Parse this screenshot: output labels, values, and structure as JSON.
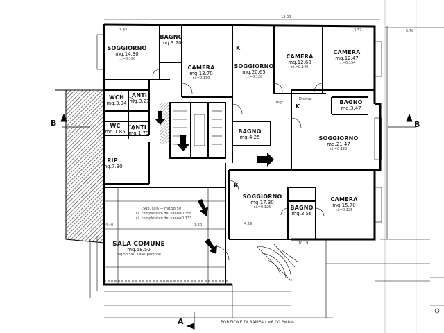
{
  "rooms": [
    {
      "id": "soggiorno-1",
      "name": "SOGGIORNO",
      "area": "mq.14.30",
      "detail": "r.i.=0.190"
    },
    {
      "id": "bagno-1",
      "name": "BAGNO",
      "area": "mq.3.70",
      "detail": ""
    },
    {
      "id": "camera-1",
      "name": "CAMERA",
      "area": "mq.13.70",
      "detail": "r.i.=0.130"
    },
    {
      "id": "soggiorno-2",
      "name": "SOGGIORNO",
      "area": "mq.20.65",
      "detail": "r.i.=0.128"
    },
    {
      "id": "camera-2",
      "name": "CAMERA",
      "area": "mq.12.68",
      "detail": "r.i.=0.140"
    },
    {
      "id": "camera-3",
      "name": "CAMERA",
      "area": "mq.12.47",
      "detail": "r.i.=0.154"
    },
    {
      "id": "wch",
      "name": "WCH",
      "area": "mq.3.94",
      "detail": ""
    },
    {
      "id": "anti-1",
      "name": "ANTI",
      "area": "mq.3.23",
      "detail": ""
    },
    {
      "id": "wc",
      "name": "WC",
      "area": "mq.1.85",
      "detail": ""
    },
    {
      "id": "anti-2",
      "name": "ANTI",
      "area": "mq.1.79",
      "detail": ""
    },
    {
      "id": "bagno-2",
      "name": "BAGNO",
      "area": "mq.4.25",
      "detail": ""
    },
    {
      "id": "bagno-3",
      "name": "BAGNO",
      "area": "mq.3.47",
      "detail": ""
    },
    {
      "id": "soggiorno-3",
      "name": "SOGGIORNO",
      "area": "mq.21.47",
      "detail": "r.i.=0.125"
    },
    {
      "id": "rip",
      "name": "RIP",
      "area": "mq.7.30",
      "detail": ""
    },
    {
      "id": "soggiorno-4",
      "name": "SOGGIORNO",
      "area": "mq.17.30",
      "detail": "r.i.=0.126"
    },
    {
      "id": "bagno-4",
      "name": "BAGNO",
      "area": "mq.3.56",
      "detail": ""
    },
    {
      "id": "camera-4",
      "name": "CAMERA",
      "area": "mq.15.70",
      "detail": "r.i.=0.126"
    },
    {
      "id": "sala-comune",
      "name": "SALA COMUNE",
      "area": "mq.58.50",
      "detail": "mq.58.5x0.7=41 persone"
    }
  ],
  "notes": {
    "sala_sup": "Sup. sala — mq.58.50",
    "sala_ri": "r.i. complessivo del vano=0.358",
    "sala_ri2": "r.i. complessivo del vano=0.133",
    "rampa": "PORZIONE DI RAMPA L=6.00 P=8%"
  },
  "dims": {
    "top": "12.00",
    "top_left": "3.32",
    "top_right": "3.32",
    "left_mid": "4.40",
    "right_side": "6.70",
    "sala_w": "3.60",
    "bottom_right": "10.19",
    "bottom_mid": "4.29",
    "disimp": "Disimp.",
    "ingr": "Ingr."
  },
  "sections": {
    "a_bottom": "A",
    "b_left": "B",
    "b_right": "B",
    "k1": "K",
    "k2": "K",
    "k3": "K"
  }
}
